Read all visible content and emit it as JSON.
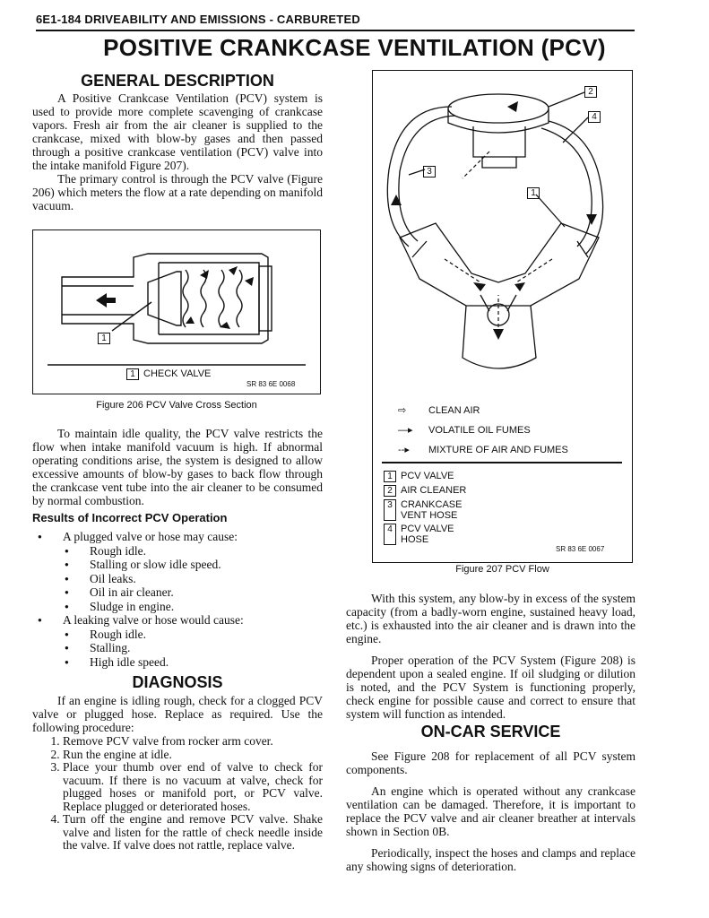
{
  "header": {
    "running_head": "6E1-184 DRIVEABILITY AND EMISSIONS - CARBURETED",
    "title": "POSITIVE CRANKCASE VENTILATION (PCV)"
  },
  "general": {
    "heading": "GENERAL DESCRIPTION",
    "p1": "A Positive Crankcase Ventilation (PCV) system is used to provide more complete scavenging of crankcase vapors. Fresh air from the air cleaner is supplied to the crankcase, mixed with blow-by gases and then passed through a positive crankcase ventilation (PCV) valve into the intake manifold Figure 207).",
    "p2": "The primary control is through the PCV valve (Figure 206) which meters the flow at a rate depending on manifold vacuum."
  },
  "fig206": {
    "callout": "1",
    "legend_num": "1",
    "legend_text": "CHECK VALVE",
    "code": "SR 83 6E 0068",
    "caption": "Figure 206 PCV Valve Cross Section"
  },
  "idle": {
    "p": "To maintain idle quality, the PCV valve restricts the flow when intake manifold vacuum is high. If abnormal operating conditions arise, the system is designed to allow excessive amounts of blow-by gases to back flow through the crankcase vent tube into the air cleaner to be consumed by normal combustion."
  },
  "results": {
    "heading": "Results of Incorrect PCV Operation",
    "plugged": "A plugged valve or hose may cause:",
    "plugged_items": [
      "Rough idle.",
      "Stalling or slow idle speed.",
      "Oil leaks.",
      "Oil in air cleaner.",
      "Sludge in engine."
    ],
    "leaking": "A leaking valve or hose would cause:",
    "leaking_items": [
      "Rough idle.",
      "Stalling.",
      "High idle speed."
    ]
  },
  "diagnosis": {
    "heading": "DIAGNOSIS",
    "intro": "If an engine is idling rough, check for a clogged PCV valve or plugged hose. Replace as required. Use the following procedure:",
    "steps": [
      "Remove PCV valve from rocker arm cover.",
      "Run the engine at idle.",
      "Place your thumb over end of valve to check for vacuum. If there is no vacuum at valve, check for plugged hoses or manifold port, or PCV valve. Replace plugged or deteriorated hoses.",
      "Turn off the engine and remove PCV valve. Shake valve and listen for the rattle of check needle inside the valve. If valve does not rattle, replace valve."
    ]
  },
  "fig207": {
    "callouts": [
      "2",
      "4",
      "3",
      "1"
    ],
    "legend": [
      {
        "symbol": "⇨",
        "text": "CLEAN AIR"
      },
      {
        "symbol": "—▸",
        "text": "VOLATILE OIL FUMES"
      },
      {
        "symbol": "--▸",
        "text": "MIXTURE OF AIR AND FUMES"
      }
    ],
    "parts": [
      {
        "num": "1",
        "text": "PCV VALVE"
      },
      {
        "num": "2",
        "text": "AIR CLEANER"
      },
      {
        "num": "3",
        "text": "CRANKCASE VENT HOSE"
      },
      {
        "num": "4",
        "text": "PCV VALVE HOSE"
      }
    ],
    "code": "SR 83 6E 0067",
    "caption": "Figure 207 PCV Flow"
  },
  "system": {
    "p1": "With this system, any blow-by in excess of the system capacity (from a badly-worn engine, sustained heavy load, etc.) is exhausted into the air cleaner and is drawn into the engine.",
    "p2": "Proper operation of the PCV System (Figure 208) is dependent upon a sealed engine. If oil sludging or dilution is noted, and the PCV System is functioning properly, check engine for possible cause and correct to ensure that system will function as intended."
  },
  "oncar": {
    "heading": "ON-CAR SERVICE",
    "p1": "See Figure 208 for replacement of all PCV system components.",
    "p2": "An engine which is operated without any crankcase ventilation can be damaged. Therefore, it is important to replace the PCV valve and air cleaner breather at intervals shown in Section 0B.",
    "p3": "Periodically, inspect the hoses and clamps and replace any showing signs of deterioration."
  }
}
